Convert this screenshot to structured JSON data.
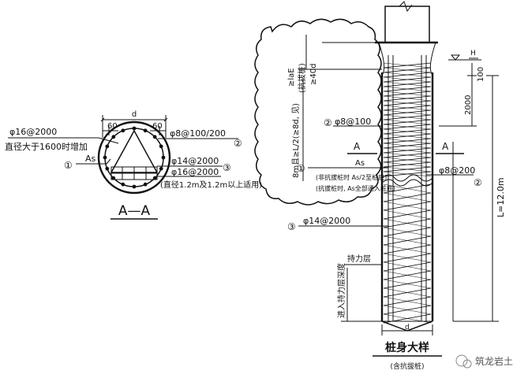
{
  "section": {
    "title": "A—A",
    "dim_d": "d",
    "offset_left": "60",
    "offset_right": "60",
    "label_hoop_extra": "φ16@2000",
    "label_hoop_extra_note": "直径大于1600时增加",
    "label_as": "As",
    "label_spiral": "φ8@100/200",
    "label_stiff_1": "φ14@2000",
    "label_stiff_2": "φ16@2000",
    "label_stiff_note": "(直径1.2m及1.2m以上适用)",
    "mark_1": "①",
    "mark_2": "②",
    "mark_3": "③"
  },
  "detail": {
    "title": "桩身大样",
    "subtitle": "(含抗拔桩)",
    "anchor_label": "≥laE",
    "anchor_note_1": "(抗拔桩)",
    "anchor_note_2": "≥40d",
    "dense_zone_label": "8m且≥L/2(≥8d, 见)",
    "label_dense_hoop": "φ8@100",
    "label_as": "As",
    "cut_a_left": "A",
    "cut_a_right": "A",
    "note_non_uplift": "(非抗拔桩时  As/2至桩底)",
    "note_uplift": "(抗拔桩时, As全部通入桩底)",
    "label_hoop_normal": "φ8@200",
    "label_stiff": "φ14@2000",
    "bearing_layer": "持力层",
    "embed_depth": "进入持力层深度",
    "dim_h": "H",
    "dim_100": "100",
    "dim_2000": "2000",
    "dim_length": "L=12.0m",
    "dim_d": "d",
    "mark_1": "①",
    "mark_2": "②",
    "mark_2b": "②",
    "mark_3": "③"
  },
  "watermark": {
    "text": "筑龙岩土"
  }
}
